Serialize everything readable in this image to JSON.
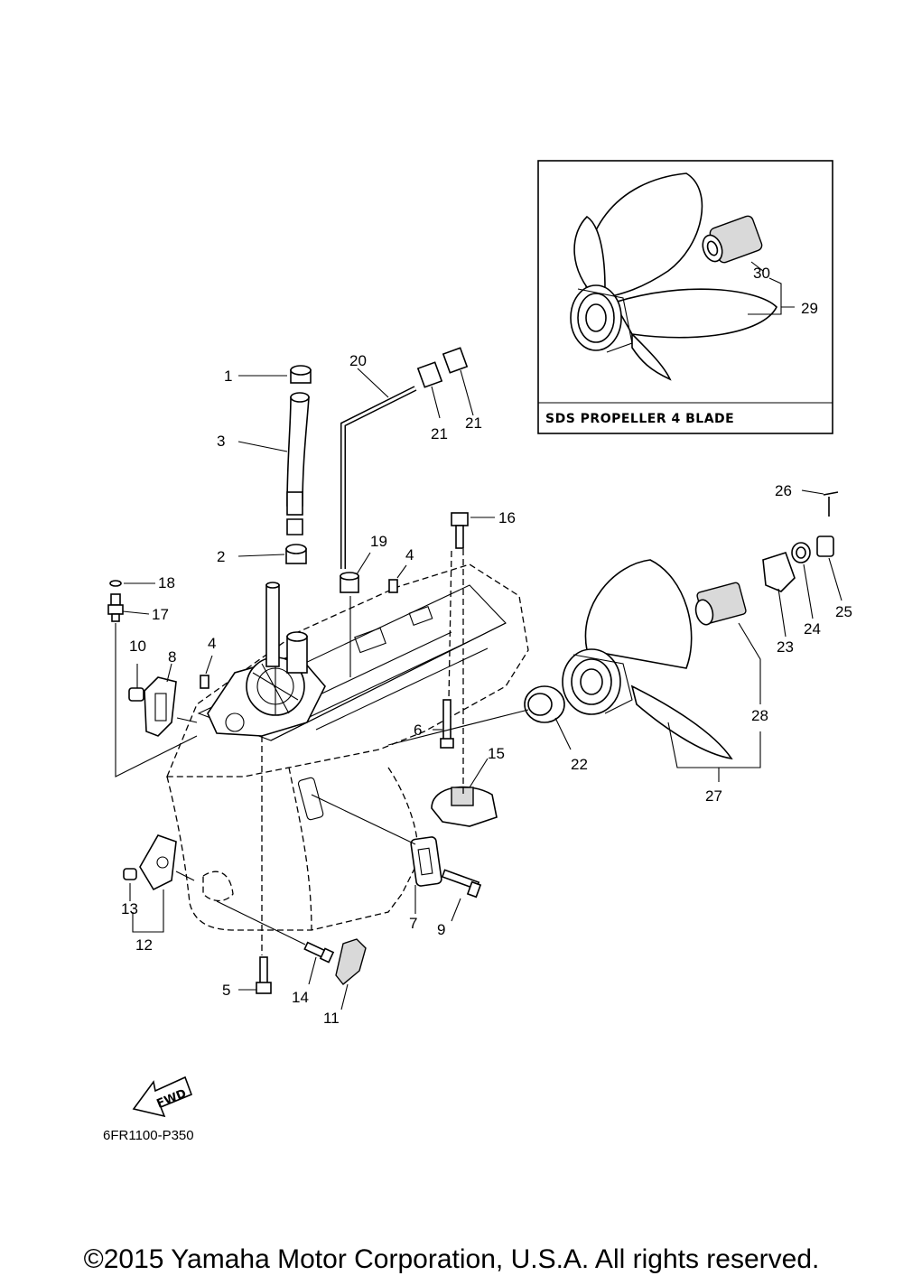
{
  "diagram": {
    "inset_title": "SDS PROPELLER 4 BLADE",
    "diagram_code": "6FR1100-P350",
    "fwd_label": "FWD",
    "callouts": {
      "c1": "1",
      "c2": "2",
      "c3": "3",
      "c4a": "4",
      "c4b": "4",
      "c5": "5",
      "c6": "6",
      "c7": "7",
      "c8": "8",
      "c9": "9",
      "c10": "10",
      "c11": "11",
      "c12": "12",
      "c13": "13",
      "c14": "14",
      "c15": "15",
      "c16": "16",
      "c17": "17",
      "c18": "18",
      "c19": "19",
      "c20": "20",
      "c21a": "21",
      "c21b": "21",
      "c22": "22",
      "c23": "23",
      "c24": "24",
      "c25": "25",
      "c26": "26",
      "c27": "27",
      "c28": "28",
      "c29": "29",
      "c30": "30"
    }
  },
  "footer": {
    "copyright": "©2015 Yamaha Motor Corporation, U.S.A. All rights reserved."
  }
}
